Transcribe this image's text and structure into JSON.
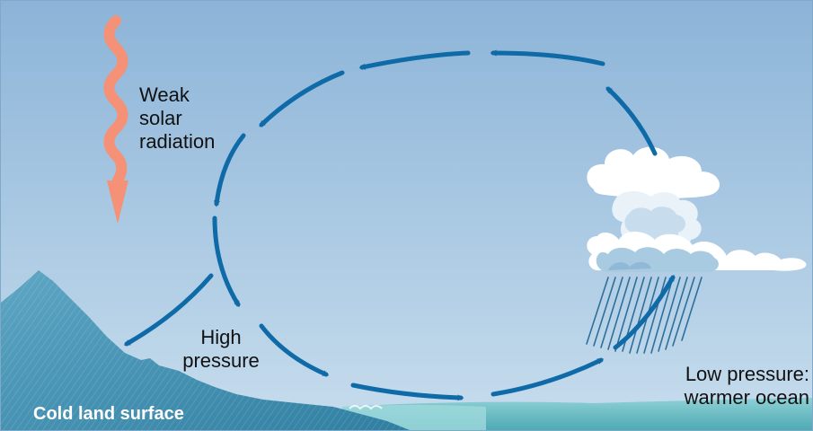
{
  "labels": {
    "radiation_line1": "Weak",
    "radiation_line2": "solar",
    "radiation_line3": "radiation",
    "high_pressure_line1": "High",
    "high_pressure_line2": "pressure",
    "low_pressure_line1": "Low pressure:",
    "low_pressure_line2": "warmer ocean",
    "land": "Cold land surface"
  },
  "colors": {
    "sky_top": "#8cb4d8",
    "sky_bottom": "#c7dded",
    "arrow": "#0f6aa8",
    "radiation": "#f49176",
    "ocean": "#5bb3ba",
    "ocean_light": "#8fd0d6",
    "land_dark": "#2f7ea1",
    "land_light": "#5ea6c4",
    "cloud": "#ffffff",
    "cloud_shade": "#a9cbe1",
    "rain": "#2e6f9c"
  },
  "icons": {
    "radiation": "wavy-down-arrow",
    "cloud": "cumulonimbus-cloud",
    "rain": "rain-streaks"
  }
}
